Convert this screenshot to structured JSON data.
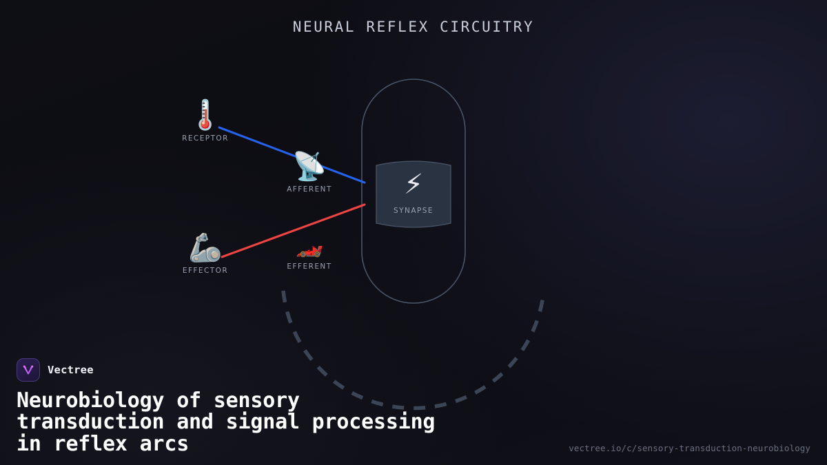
{
  "diagram": {
    "title": "NEURAL REFLEX CIRCUITRY",
    "nodes": [
      {
        "id": "receptor",
        "label": "RECEPTOR",
        "icon": "thermometer-icon",
        "glyph": "🌡️"
      },
      {
        "id": "afferent",
        "label": "AFFERENT",
        "icon": "satellite-antenna-icon",
        "glyph": "📡"
      },
      {
        "id": "effector",
        "label": "EFFECTOR",
        "icon": "mechanical-arm-icon",
        "glyph": "🦾"
      },
      {
        "id": "efferent",
        "label": "EFFERENT",
        "icon": "racing-car-icon",
        "glyph": "🏎️"
      },
      {
        "id": "synapse",
        "label": "SYNAPSE",
        "icon": "lightning-bolt-icon",
        "glyph": "⚡"
      }
    ],
    "connections": [
      {
        "id": "afferent-pathway",
        "from": "receptor",
        "to": "synapse",
        "color": "#2563eb"
      },
      {
        "id": "efferent-pathway",
        "from": "synapse",
        "to": "effector",
        "color": "#ef4444"
      }
    ],
    "colors": {
      "background": "#0d0d13",
      "capsule_stroke": "#4a5568",
      "arc_stroke": "#3c4556",
      "card_fill": "#2a3342",
      "card_stroke": "#4a5568",
      "afferent_line": "#2563eb",
      "efferent_line": "#ef4444",
      "caption": "#9aa1b0",
      "title": "#c9cedb"
    }
  },
  "brand": {
    "name": "Vectree",
    "logo_icon": "vectree-v-logo-icon"
  },
  "footer": {
    "headline": "Neurobiology of sensory\ntransduction and signal processing\nin reflex arcs",
    "url": "vectree.io/c/sensory-transduction-neurobiology"
  }
}
